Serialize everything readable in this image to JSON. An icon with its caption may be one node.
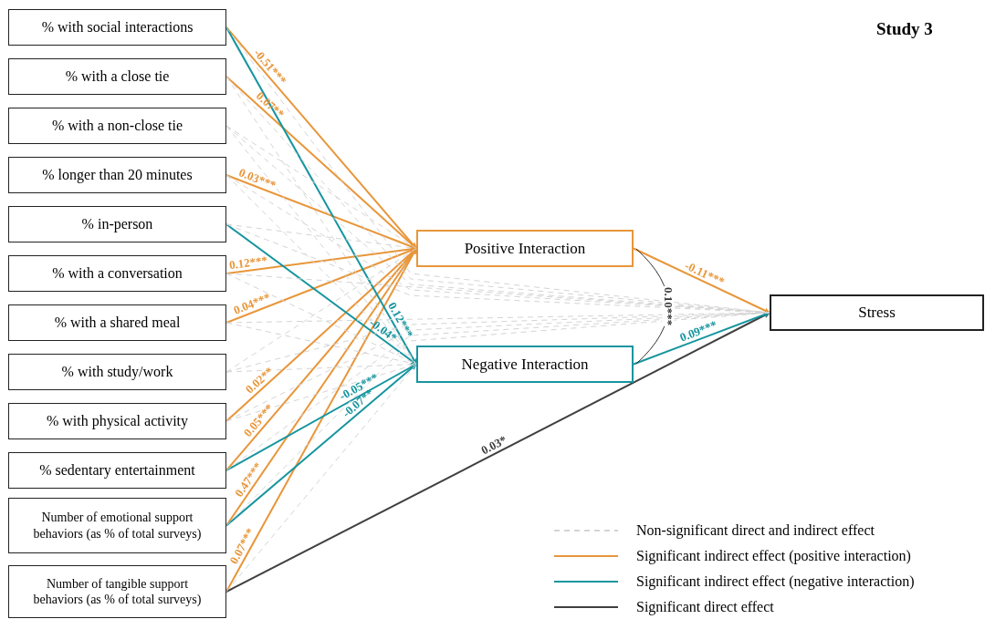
{
  "diagram": {
    "title": "Study 3",
    "nodes": [
      {
        "text": [
          "% with social interactions"
        ]
      },
      {
        "text": [
          "% with a close tie"
        ]
      },
      {
        "text": [
          "% with a non-close tie"
        ]
      },
      {
        "text": [
          "% longer than 20 minutes"
        ]
      },
      {
        "text": [
          "% in-person"
        ]
      },
      {
        "text": [
          "% with a conversation"
        ]
      },
      {
        "text": [
          "% with a shared meal"
        ]
      },
      {
        "text": [
          "% with study/work"
        ]
      },
      {
        "text": [
          "% with physical activity"
        ]
      },
      {
        "text": [
          "% sedentary entertainment"
        ]
      },
      {
        "text": [
          "Number of emotional support behaviors (as % of total surveys)"
        ]
      },
      {
        "text": [
          "Number of tangible support behaviors (as % of total surveys)"
        ]
      },
      {
        "text": [
          "Positive Interaction"
        ]
      },
      {
        "text": [
          "Negative Interaction"
        ]
      },
      {
        "text": [
          "Stress"
        ]
      }
    ],
    "edges": [
      {
        "from": 0,
        "to": 12,
        "arrow": "to",
        "label": "-0.51***",
        "color": "#e8963a"
      },
      {
        "from": 1,
        "to": 12,
        "arrow": "to",
        "label": "0.07**",
        "color": "#e8963a"
      },
      {
        "from": 3,
        "to": 12,
        "arrow": "to",
        "label": "0.03***",
        "color": "#e8963a"
      },
      {
        "from": 5,
        "to": 12,
        "arrow": "to",
        "label": "0.12***",
        "color": "#e8963a"
      },
      {
        "from": 6,
        "to": 12,
        "arrow": "to",
        "label": "0.04***",
        "color": "#e8963a"
      },
      {
        "from": 8,
        "to": 12,
        "arrow": "to",
        "label": "0.02**",
        "color": "#e8963a"
      },
      {
        "from": 9,
        "to": 12,
        "arrow": "to",
        "label": "0.05***",
        "color": "#e8963a"
      },
      {
        "from": 10,
        "to": 12,
        "arrow": "to",
        "label": "0.47***",
        "color": "#e8963a"
      },
      {
        "from": 11,
        "to": 12,
        "arrow": "to",
        "label": "0.07***",
        "color": "#e8963a"
      },
      {
        "from": 0,
        "to": 13,
        "arrow": "to",
        "label": "0.12***",
        "color": "#16959f"
      },
      {
        "from": 4,
        "to": 13,
        "arrow": "to",
        "label": "-0.04*",
        "color": "#16959f"
      },
      {
        "from": 9,
        "to": 13,
        "arrow": "to",
        "label": "-0.05***",
        "color": "#16959f"
      },
      {
        "from": 10,
        "to": 13,
        "arrow": "to",
        "label": "-0.07**",
        "color": "#16959f"
      },
      {
        "from": 11,
        "to": 14,
        "arrow": "to",
        "label": "0.03*",
        "color": "#404040"
      },
      {
        "from": 12,
        "to": 14,
        "arrow": "to",
        "label": "-0.11***",
        "color": "#e8963a"
      },
      {
        "from": 13,
        "to": 14,
        "arrow": "to",
        "label": "0.09***",
        "color": "#16959f"
      },
      {
        "from": 12,
        "to": 13,
        "arrow": "none",
        "label": "0.10***",
        "color": "#333333"
      },
      {
        "from": 2,
        "to": 12,
        "arrow": "none",
        "style": "dashed",
        "color": "#d4d4d4"
      },
      {
        "from": 4,
        "to": 12,
        "arrow": "none",
        "style": "dashed",
        "color": "#d4d4d4"
      },
      {
        "from": 7,
        "to": 12,
        "arrow": "none",
        "style": "dashed",
        "color": "#d4d4d4"
      },
      {
        "from": 1,
        "to": 13,
        "arrow": "none",
        "style": "dashed",
        "color": "#d4d4d4"
      },
      {
        "from": 2,
        "to": 13,
        "arrow": "none",
        "style": "dashed",
        "color": "#d4d4d4"
      },
      {
        "from": 3,
        "to": 13,
        "arrow": "none",
        "style": "dashed",
        "color": "#d4d4d4"
      },
      {
        "from": 5,
        "to": 13,
        "arrow": "none",
        "style": "dashed",
        "color": "#d4d4d4"
      },
      {
        "from": 6,
        "to": 13,
        "arrow": "none",
        "style": "dashed",
        "color": "#d4d4d4"
      },
      {
        "from": 7,
        "to": 13,
        "arrow": "none",
        "style": "dashed",
        "color": "#d4d4d4"
      },
      {
        "from": 8,
        "to": 13,
        "arrow": "none",
        "style": "dashed",
        "color": "#d4d4d4"
      },
      {
        "from": 11,
        "to": 13,
        "arrow": "none",
        "style": "dashed",
        "color": "#d4d4d4"
      },
      {
        "from": 0,
        "to": 14,
        "arrow": "none",
        "style": "dashed",
        "color": "#d4d4d4"
      },
      {
        "from": 1,
        "to": 14,
        "arrow": "none",
        "style": "dashed",
        "color": "#d4d4d4"
      },
      {
        "from": 2,
        "to": 14,
        "arrow": "none",
        "style": "dashed",
        "color": "#d4d4d4"
      },
      {
        "from": 3,
        "to": 14,
        "arrow": "none",
        "style": "dashed",
        "color": "#d4d4d4"
      },
      {
        "from": 4,
        "to": 14,
        "arrow": "none",
        "style": "dashed",
        "color": "#d4d4d4"
      },
      {
        "from": 5,
        "to": 14,
        "arrow": "none",
        "style": "dashed",
        "color": "#d4d4d4"
      },
      {
        "from": 6,
        "to": 14,
        "arrow": "none",
        "style": "dashed",
        "color": "#d4d4d4"
      },
      {
        "from": 7,
        "to": 14,
        "arrow": "none",
        "style": "dashed",
        "color": "#d4d4d4"
      },
      {
        "from": 8,
        "to": 14,
        "arrow": "none",
        "style": "dashed",
        "color": "#d4d4d4"
      },
      {
        "from": 9,
        "to": 14,
        "arrow": "none",
        "style": "dashed",
        "color": "#d4d4d4"
      },
      {
        "from": 10,
        "to": 14,
        "arrow": "none",
        "style": "dashed",
        "color": "#d4d4d4"
      }
    ],
    "legend": [
      {
        "text": "Non-significant direct and indirect effect"
      },
      {
        "text": "Significant indirect effect (positive interaction)"
      },
      {
        "text": "Significant indirect effect (negative interaction)"
      },
      {
        "text": "Significant direct effect"
      }
    ]
  }
}
